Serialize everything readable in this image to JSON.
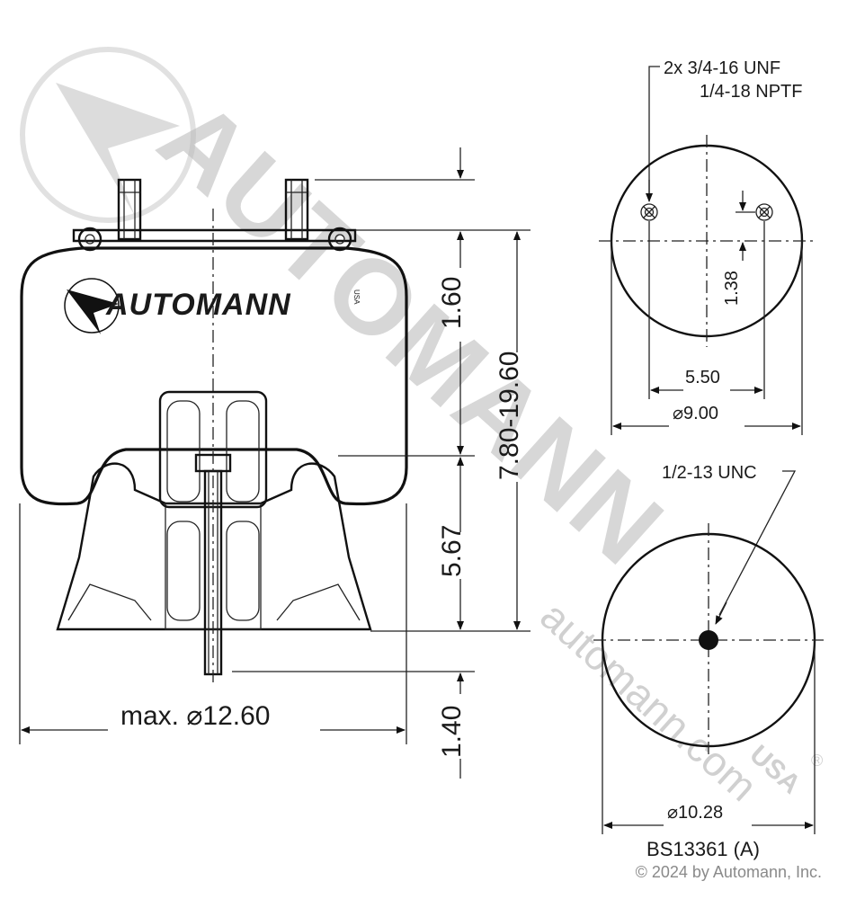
{
  "watermark": {
    "brand": "AUTOMANN",
    "site": "automann.com",
    "region": "USA",
    "registered_mark": "®"
  },
  "logo": {
    "text": "AUTOMANN",
    "suffix": "USA"
  },
  "dimensions": {
    "max_diameter": "max. ⌀12.60",
    "top_height": "1.60",
    "range_height": "7.80-19.60",
    "piston_height": "5.67",
    "stud_length": "1.40",
    "stud_spacing_offset": "1.38",
    "stud_spacing": "5.50",
    "top_plate_diameter": "⌀9.00",
    "piston_diameter": "⌀10.28"
  },
  "callouts": {
    "top_threads_line1": "2x 3/4-16 UNF",
    "top_threads_line2": "1/4-18 NPTF",
    "bottom_thread": "1/2-13 UNC"
  },
  "part_number": "BS13361 (A)",
  "copyright": "© 2024 by Automann, Inc."
}
